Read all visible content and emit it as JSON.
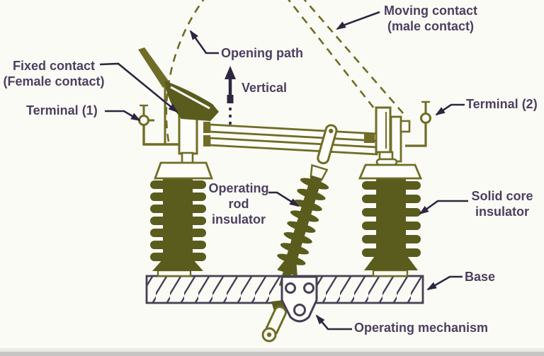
{
  "diagram": {
    "labels": {
      "fixed_contact_line1": "Fixed contact",
      "fixed_contact_line2": "(Female contact)",
      "terminal_1": "Terminal (1)",
      "opening_path": "Opening path",
      "vertical": "Vertical",
      "moving_contact_line1": "Moving contact",
      "moving_contact_line2": "(male contact)",
      "terminal_2": "Terminal (2)",
      "operating_rod_insulator_line1": "Operating",
      "operating_rod_insulator_line2": "rod",
      "operating_rod_insulator_line3": "insulator",
      "solid_core_insulator_line1": "Solid core",
      "solid_core_insulator_line2": "insulator",
      "base": "Base",
      "operating_mechanism": "Operating mechanism"
    },
    "colors": {
      "background": "#fbfbf5",
      "component_outline_olive": "#6f6d27",
      "insulator_fill_olive": "#595c1d",
      "base_and_mechanism_slate": "#474054",
      "label_text": "#4c4060",
      "leader_arrow": "#2e2640"
    }
  }
}
